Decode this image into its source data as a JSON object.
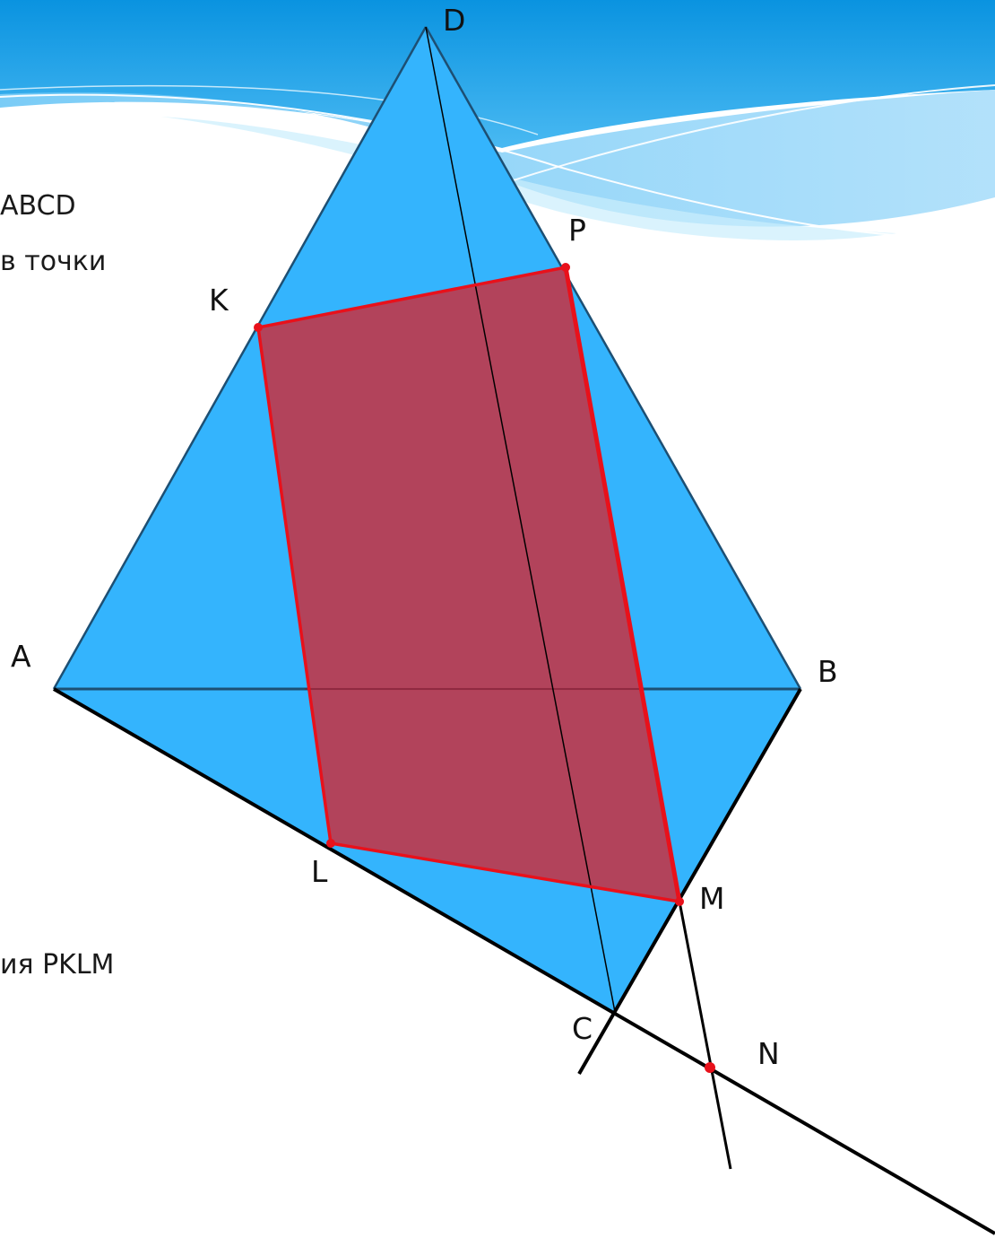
{
  "colors": {
    "header_blue": "#0f9be3",
    "face_blue": "#34b4fd",
    "section_fill": "#b73f56",
    "section_edge": "#e8111b",
    "edge_dark": "#1d4f73",
    "line_black": "#000000"
  },
  "slide_text": {
    "line_1": "ABCD",
    "line_2": "в точки",
    "line_3": "ия PKLM"
  },
  "points": {
    "D": "D",
    "P": "P",
    "K": "K",
    "A": "A",
    "B": "B",
    "L": "L",
    "M": "M",
    "C": "C",
    "N": "N"
  }
}
